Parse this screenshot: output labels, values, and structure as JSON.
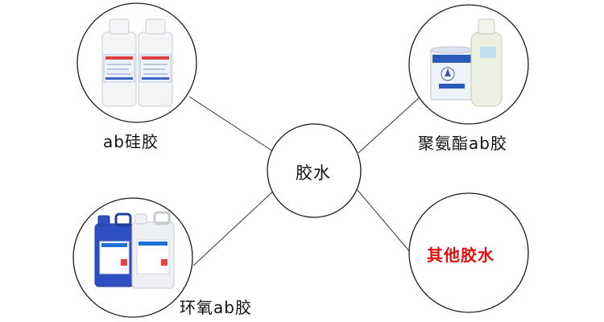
{
  "center": {
    "label": "胶水"
  },
  "nodes": [
    {
      "id": "silicone",
      "label": "ab硅胶",
      "color": "#111111"
    },
    {
      "id": "polyurethane",
      "label": "聚氨酯ab胶",
      "color": "#111111"
    },
    {
      "id": "epoxy",
      "label": "环氧ab胶",
      "color": "#111111"
    },
    {
      "id": "other",
      "label": "其他胶水",
      "color": "#e01010"
    }
  ],
  "colors": {
    "line": "#333333",
    "circle_stroke": "#1a1a1a",
    "blue_jug": "#2d4fc1",
    "label_red": "#e01010"
  }
}
